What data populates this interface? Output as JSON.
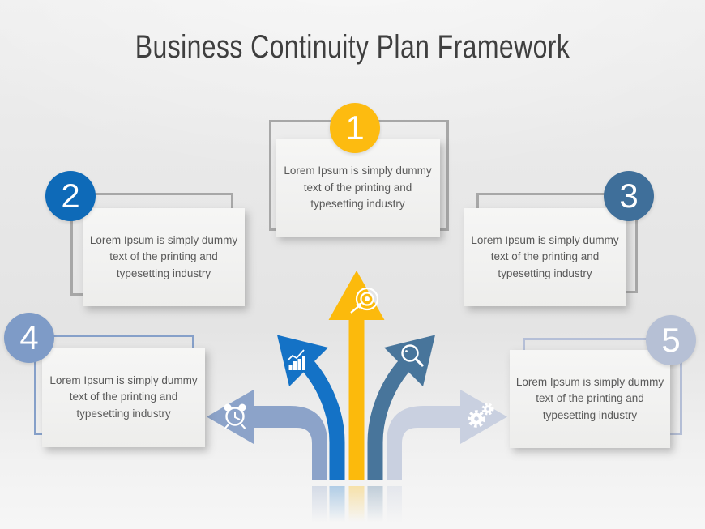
{
  "title": "Business Continuity Plan Framework",
  "steps": [
    {
      "number": "1",
      "text": "Lorem Ipsum is simply dummy text of the printing and typesetting industry",
      "badge_color": "#fdbb10",
      "frame_color": "#a7a7a7",
      "arrow_color": "#fcba0c",
      "icon": "target-icon"
    },
    {
      "number": "2",
      "text": "Lorem Ipsum is simply dummy text of the printing and typesetting industry",
      "badge_color": "#0e6ab8",
      "frame_color": "#a7a7a7",
      "arrow_color": "#1472c6",
      "icon": "bar-chart-icon"
    },
    {
      "number": "3",
      "text": "Lorem Ipsum is simply dummy text of the printing and typesetting industry",
      "badge_color": "#3f6f9a",
      "frame_color": "#a7a7a7",
      "arrow_color": "#48759b",
      "icon": "search-icon"
    },
    {
      "number": "4",
      "text": "Lorem Ipsum is simply dummy text of the printing and typesetting industry",
      "badge_color": "#7e9bc7",
      "frame_color": "#86a0c9",
      "arrow_color": "#8ca3c9",
      "icon": "alarm-clock-icon"
    },
    {
      "number": "5",
      "text": "Lorem Ipsum is simply dummy text of the printing and typesetting industry",
      "badge_color": "#b6c0d5",
      "frame_color": "#b5bfd7",
      "arrow_color": "#c9d0e0",
      "icon": "gear-icon"
    }
  ],
  "palette": {
    "background": "#e8e8e8",
    "title_text": "#3f3f3f",
    "body_text": "#595959",
    "frame_gray": "#a7a7a7",
    "panel_fill": "#f4f4f3",
    "icon_white": "#ffffff"
  }
}
